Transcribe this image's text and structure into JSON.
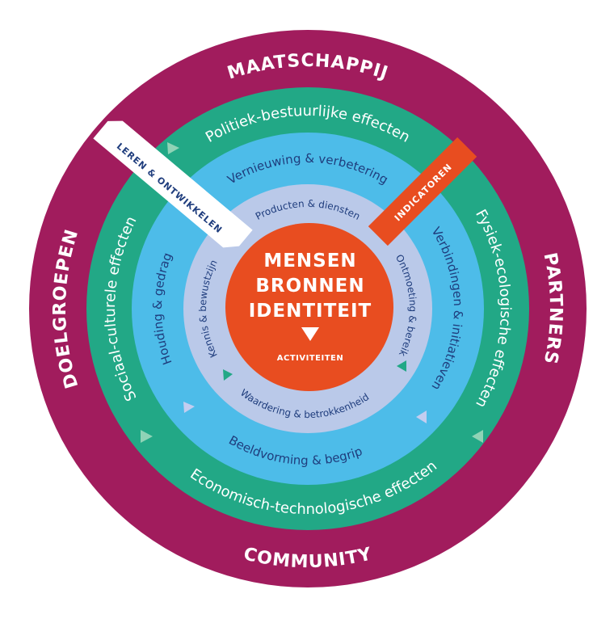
{
  "colors": {
    "outer": "#a11c5d",
    "green": "#22a886",
    "blue": "#4dbce9",
    "lavender": "#bac9e9",
    "core": "#e84d20",
    "text_dark": "#1f3d7d"
  },
  "outer_ring": {
    "top": "MAATSCHAPPIJ",
    "right": "PARTNERS",
    "bottom": "COMMUNITY",
    "left": "DOELGROEPEN"
  },
  "green_ring": {
    "top": "Politiek-bestuurlijke effecten",
    "right": "Fysiek-ecologische effecten",
    "bottom": "Economisch-technologische effecten",
    "left": "Sociaal-culturele effecten"
  },
  "blue_ring": {
    "top": "Vernieuwing & verbetering",
    "right": "Verbindingen & initiatieven",
    "bottom": "Beeldvorming & begrip",
    "left": "Houding & gedrag"
  },
  "lavender_ring": {
    "top": "Producten & diensten",
    "right": "Ontmoeting & bereik",
    "bottom": "Waardering & betrokkenheid",
    "left": "Kennis & bewustzijn"
  },
  "core": {
    "line1": "MENSEN",
    "line2": "BRONNEN",
    "line3": "IDENTITEIT",
    "sub": "ACTIVITEITEN"
  },
  "banners": {
    "learn": "LEREN & ONTWIKKELEN",
    "indicators": "INDICATOREN"
  }
}
